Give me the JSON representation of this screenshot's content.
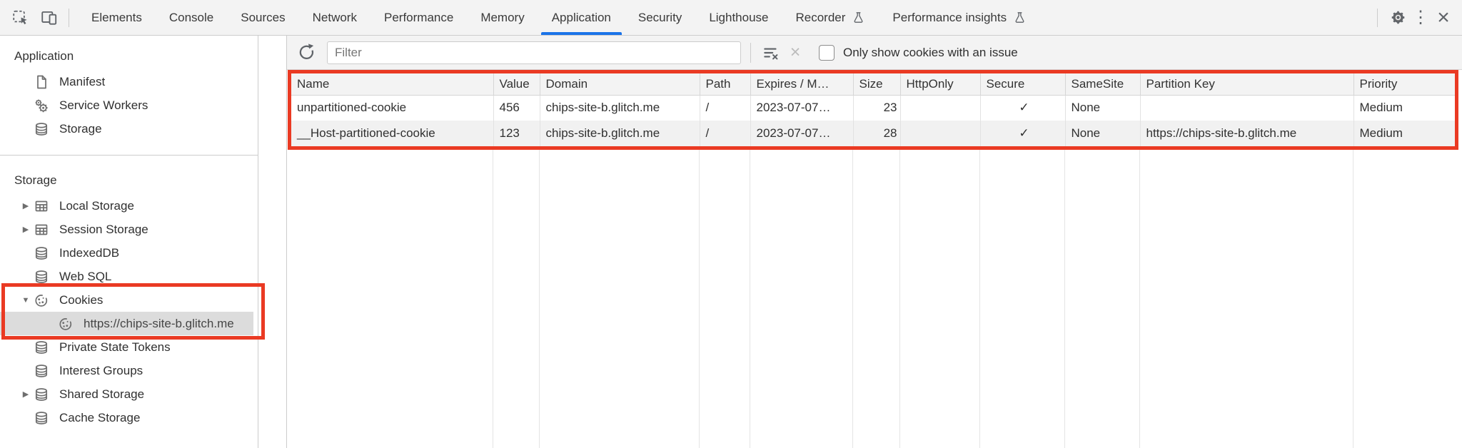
{
  "colors": {
    "accent_blue": "#1a73e8",
    "annotation_red": "#ea3a23",
    "selection_gray": "#dcdcdc",
    "toolbar_bg": "#f3f3f3",
    "row_alt_bg": "#f1f1f1"
  },
  "glyphs": {
    "expander_collapsed": "▶",
    "expander_expanded": "▼",
    "more": "⋮",
    "close": "×"
  },
  "tabbar": {
    "tabs": [
      {
        "label": "Elements"
      },
      {
        "label": "Console"
      },
      {
        "label": "Sources"
      },
      {
        "label": "Network"
      },
      {
        "label": "Performance"
      },
      {
        "label": "Memory"
      },
      {
        "label": "Application",
        "selected": true
      },
      {
        "label": "Security"
      },
      {
        "label": "Lighthouse"
      },
      {
        "label": "Recorder",
        "flask": true
      },
      {
        "label": "Performance insights",
        "flask": true
      }
    ]
  },
  "sidebar": {
    "sections": [
      {
        "title": "Application",
        "items": [
          {
            "label": "Manifest",
            "icon": "document"
          },
          {
            "label": "Service Workers",
            "icon": "service-workers"
          },
          {
            "label": "Storage",
            "icon": "database"
          }
        ]
      },
      {
        "title": "Storage",
        "items": [
          {
            "label": "Local Storage",
            "icon": "table",
            "expander": "collapsed"
          },
          {
            "label": "Session Storage",
            "icon": "table",
            "expander": "collapsed"
          },
          {
            "label": "IndexedDB",
            "icon": "database"
          },
          {
            "label": "Web SQL",
            "icon": "database"
          },
          {
            "label": "Cookies",
            "icon": "cookie",
            "expander": "expanded"
          },
          {
            "label": "https://chips-site-b.glitch.me",
            "icon": "cookie",
            "child": true,
            "selected": true
          },
          {
            "label": "Private State Tokens",
            "icon": "database"
          },
          {
            "label": "Interest Groups",
            "icon": "database"
          },
          {
            "label": "Shared Storage",
            "icon": "database",
            "expander": "collapsed"
          },
          {
            "label": "Cache Storage",
            "icon": "database"
          }
        ]
      }
    ]
  },
  "toolbar": {
    "filter_placeholder": "Filter",
    "checkbox_label": "Only show cookies with an issue",
    "checkbox_checked": false
  },
  "cookie_table": {
    "columns": [
      "Name",
      "Value",
      "Domain",
      "Path",
      "Expires / M…",
      "Size",
      "HttpOnly",
      "Secure",
      "SameSite",
      "Partition Key",
      "Priority"
    ],
    "rows": [
      [
        "unpartitioned-cookie",
        "456",
        "chips-site-b.glitch.me",
        "/",
        "2023-07-07…",
        "23",
        "",
        "✓",
        "None",
        "",
        "Medium"
      ],
      [
        "__Host-partitioned-cookie",
        "123",
        "chips-site-b.glitch.me",
        "/",
        "2023-07-07…",
        "28",
        "",
        "✓",
        "None",
        "https://chips-site-b.glitch.me",
        "Medium"
      ]
    ]
  }
}
